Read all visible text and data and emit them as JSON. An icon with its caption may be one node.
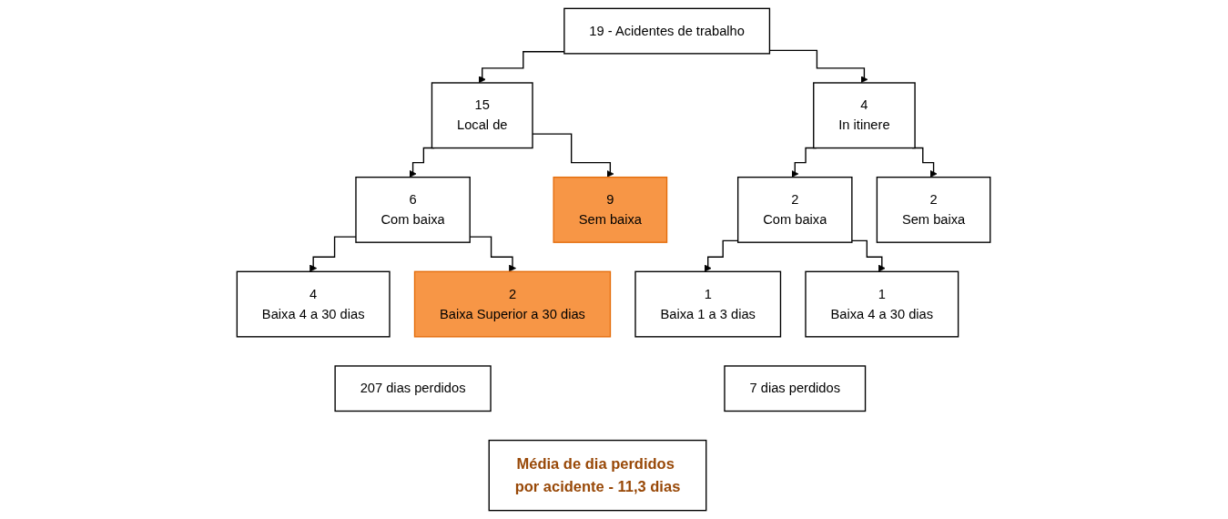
{
  "diagram": {
    "nodes": [
      {
        "text": [
          "19 - Acidentes de trabalho"
        ]
      },
      {
        "text": [
          "15",
          "Local de"
        ]
      },
      {
        "text": [
          "4",
          "In itinere"
        ]
      },
      {
        "text": [
          "6",
          "Com baixa"
        ]
      },
      {
        "text": [
          "9",
          "Sem baixa"
        ]
      },
      {
        "text": [
          "2",
          "Com baixa"
        ]
      },
      {
        "text": [
          "2",
          "Sem baixa"
        ]
      },
      {
        "text": [
          "4",
          "Baixa 4 a 30 dias"
        ]
      },
      {
        "text": [
          "2",
          "Baixa Superior a 30 dias"
        ]
      },
      {
        "text": [
          "1",
          "Baixa 1 a 3 dias"
        ]
      },
      {
        "text": [
          "1",
          "Baixa 4 a 30 dias"
        ]
      },
      {
        "text": [
          "207 dias perdidos"
        ]
      },
      {
        "text": [
          "7 dias perdidos"
        ]
      },
      {
        "text": [
          "Média de dia perdidos por acidente - 11,3 dias"
        ]
      }
    ],
    "edges": [
      {
        "from": 0,
        "to": 1,
        "arrow": "to"
      },
      {
        "from": 0,
        "to": 2,
        "arrow": "to"
      },
      {
        "from": 1,
        "to": 3,
        "arrow": "to"
      },
      {
        "from": 1,
        "to": 4,
        "arrow": "to"
      },
      {
        "from": 2,
        "to": 5,
        "arrow": "to"
      },
      {
        "from": 2,
        "to": 6,
        "arrow": "to"
      },
      {
        "from": 3,
        "to": 7,
        "arrow": "to"
      },
      {
        "from": 3,
        "to": 8,
        "arrow": "to"
      },
      {
        "from": 5,
        "to": 9,
        "arrow": "to"
      },
      {
        "from": 5,
        "to": 10,
        "arrow": "to"
      }
    ]
  }
}
